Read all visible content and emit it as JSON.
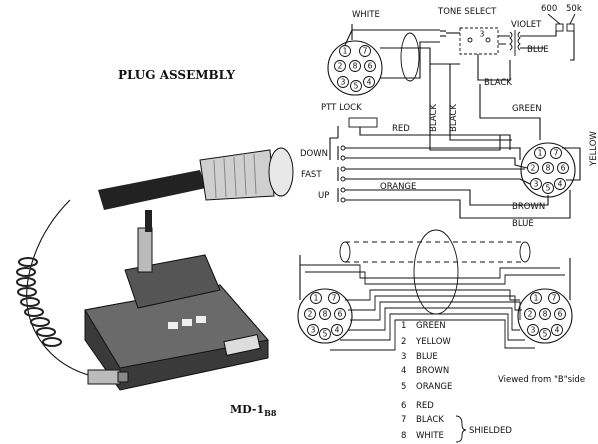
{
  "left": {
    "title": "PLUG ASSEMBLY",
    "model_base": "MD-1",
    "model_sub": "B8"
  },
  "top_diagram": {
    "labels": {
      "white": "WHITE",
      "tone_select": "TONE SELECT",
      "violet": "VIOLET",
      "imp_600": "600",
      "imp_50k": "50k",
      "blue": "BLUE",
      "black_right": "BLACK",
      "black_v1": "BLACK",
      "black_v2": "BLACK",
      "green": "GREEN",
      "ptt_lock": "PTT LOCK",
      "red": "RED",
      "yellow": "YELLOW",
      "down": "DOWN",
      "fast": "FAST",
      "orange": "ORANGE",
      "up": "UP",
      "brown": "BROWN",
      "blue_bottom": "BLUE",
      "switch_num": "3"
    },
    "left_plug_pins": [
      "1",
      "7",
      "2",
      "8",
      "6",
      "3",
      "5",
      "4"
    ],
    "right_plug_pins": [
      "1",
      "7",
      "2",
      "8",
      "6",
      "3",
      "5",
      "4"
    ]
  },
  "bottom_diagram": {
    "left_plug_pins": [
      "1",
      "7",
      "2",
      "8",
      "6",
      "3",
      "5",
      "4"
    ],
    "right_plug_pins": [
      "1",
      "7",
      "2",
      "8",
      "6",
      "3",
      "5",
      "4"
    ],
    "legend": [
      {
        "num": "1",
        "name": "GREEN"
      },
      {
        "num": "2",
        "name": "YELLOW"
      },
      {
        "num": "3",
        "name": "BLUE"
      },
      {
        "num": "4",
        "name": "BROWN"
      },
      {
        "num": "5",
        "name": "ORANGE"
      },
      {
        "num": "6",
        "name": "RED"
      },
      {
        "num": "7",
        "name": "BLACK"
      },
      {
        "num": "8",
        "name": "WHITE"
      }
    ],
    "shielded": "SHIELDED",
    "viewed_note": "Viewed from \"B\"side"
  }
}
